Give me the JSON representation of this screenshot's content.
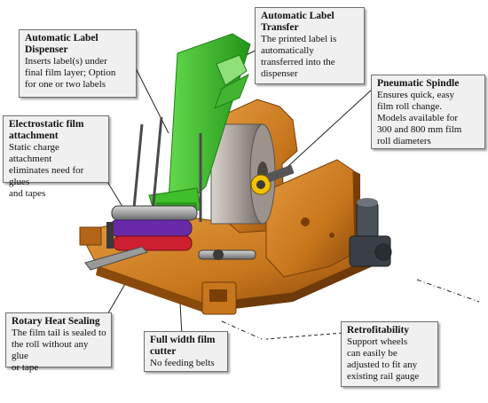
{
  "callouts": {
    "dispenser": {
      "title": "Automatic Label\nDispenser",
      "desc": "Inserts label(s) under\nfinal film layer; Option\nfor one or two labels"
    },
    "transfer": {
      "title": "Automatic Label\nTransfer",
      "desc": "The printed label is\nautomatically\ntransferred into the\ndispenser"
    },
    "spindle": {
      "title": "Pneumatic Spindle",
      "desc": "Ensures quick, easy\nfilm roll change.\nModels available  for\n300 and 800 mm film\nroll diameters"
    },
    "electro": {
      "title": "Electrostatic film\nattachment",
      "desc": "Static charge attachment\neliminates need for glues\nand tapes"
    },
    "rotary": {
      "title": "Rotary Heat Sealing",
      "desc": "The film tail is sealed to\nthe roll without any glue\nor tape"
    },
    "cutter": {
      "title": "Full width film\ncutter",
      "desc": "No feeding belts"
    },
    "retro": {
      "title": "Retrofitability",
      "desc": "Support wheels\ncan easily be\nadjusted to fit any\nexisting rail gauge"
    }
  },
  "colors": {
    "frame_orange": "#c8761c",
    "frame_dark": "#8a4a0c",
    "dispenser_green": "#3fbf2a",
    "green_dark": "#1f7f16",
    "steel": "#8c8c8c",
    "motor_dark": "#3a3f45",
    "film_roll": "#b3aca4",
    "heat_roller": "#6a2aa8",
    "callout_bg": "#f0f0f0"
  }
}
